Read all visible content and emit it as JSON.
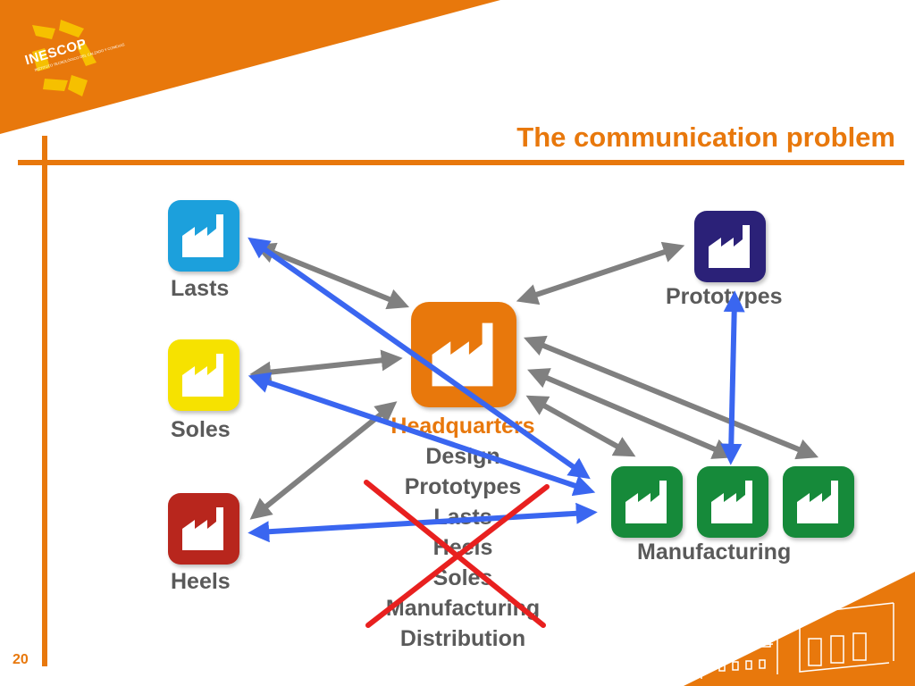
{
  "slide": {
    "title": "The communication problem",
    "page_number": "20",
    "logo_text": "INESCOP",
    "logo_subtext": "INSTITUTO TECNOLÓGICO DEL CALZADO Y CONEXAS"
  },
  "nodes": {
    "lasts": {
      "label": "Lasts",
      "color": "#1CA0DC"
    },
    "soles": {
      "label": "Soles",
      "color": "#F6E200"
    },
    "heels": {
      "label": "Heels",
      "color": "#B8261D"
    },
    "prototypes": {
      "label": "Prototypes",
      "color": "#2B2178"
    },
    "headquarters": {
      "color": "#E8780C",
      "lines": [
        "Headquarters",
        "Design",
        "Prototypes",
        "Lasts",
        "Heels",
        "Soles",
        "Manufacturing",
        "Distribution"
      ]
    },
    "manufacturing": {
      "label": "Manufacturing",
      "color": "#168A3A"
    }
  },
  "colors": {
    "accent": "#E8780C",
    "gray_arrow": "#808080",
    "blue_arrow": "#3A66F0",
    "red_cross": "#E8201F"
  }
}
